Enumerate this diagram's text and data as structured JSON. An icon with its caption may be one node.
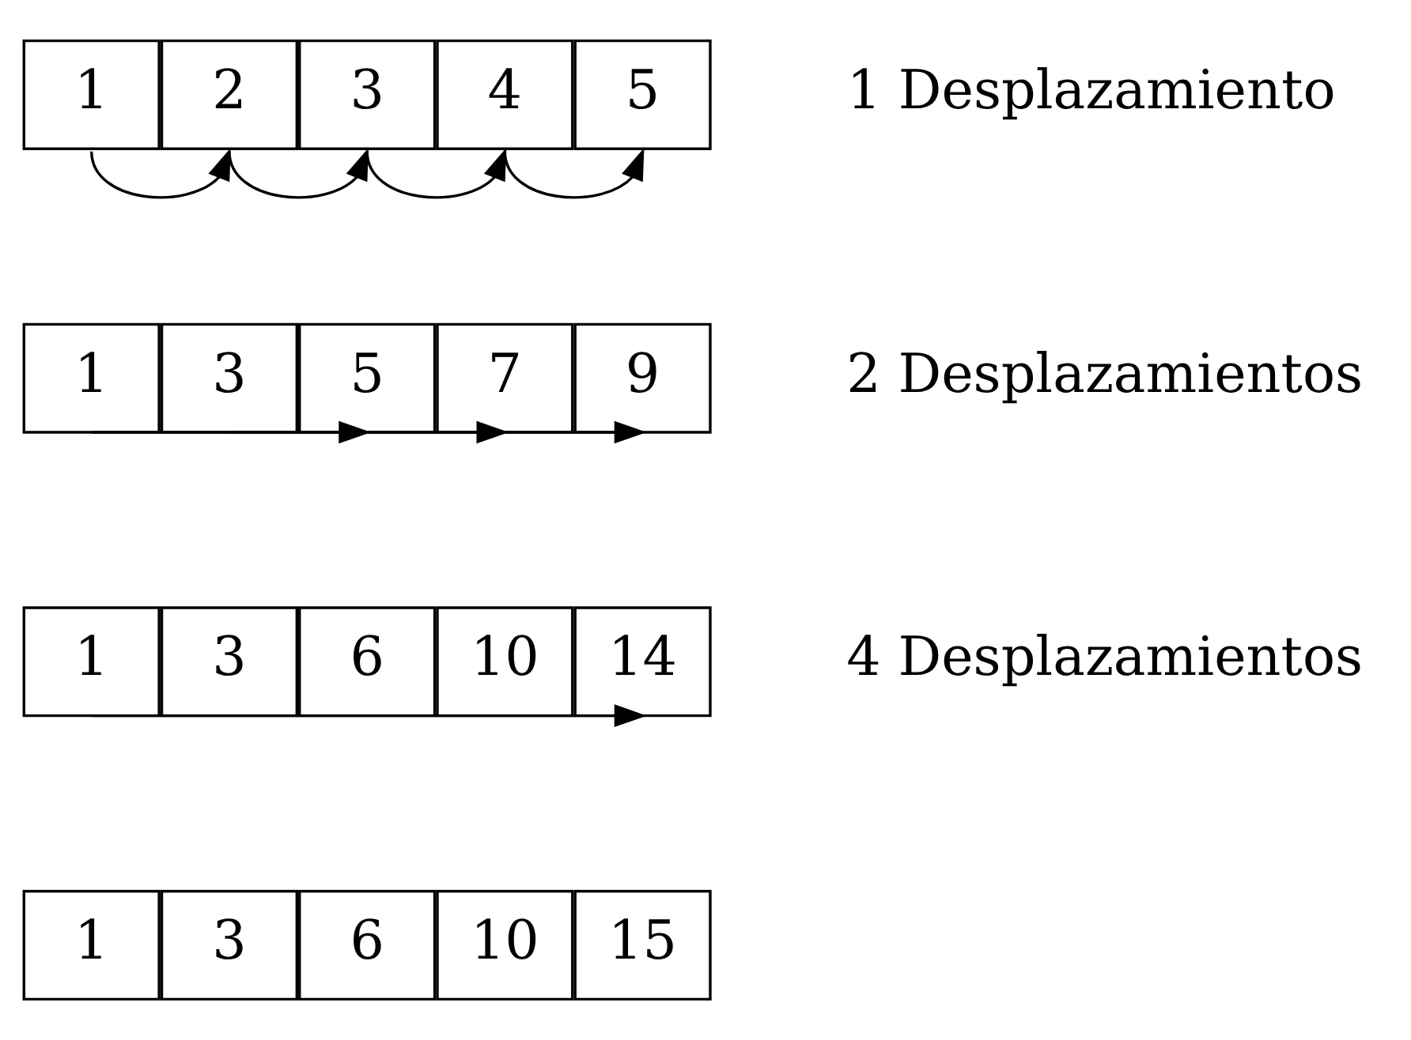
{
  "diagram": {
    "nodes": [
      {
        "text": [
          "1"
        ]
      },
      {
        "text": [
          "2"
        ]
      },
      {
        "text": [
          "3"
        ]
      },
      {
        "text": [
          "4"
        ]
      },
      {
        "text": [
          "5"
        ]
      },
      {
        "text": [
          "1"
        ]
      },
      {
        "text": [
          "3"
        ]
      },
      {
        "text": [
          "5"
        ]
      },
      {
        "text": [
          "7"
        ]
      },
      {
        "text": [
          "9"
        ]
      },
      {
        "text": [
          "1"
        ]
      },
      {
        "text": [
          "3"
        ]
      },
      {
        "text": [
          "6"
        ]
      },
      {
        "text": [
          "10"
        ]
      },
      {
        "text": [
          "14"
        ]
      },
      {
        "text": [
          "1"
        ]
      },
      {
        "text": [
          "3"
        ]
      },
      {
        "text": [
          "6"
        ]
      },
      {
        "text": [
          "10"
        ]
      },
      {
        "text": [
          "15"
        ]
      }
    ],
    "edges": [
      {
        "from": 0,
        "to": 1,
        "arrow": "to"
      },
      {
        "from": 1,
        "to": 2,
        "arrow": "to"
      },
      {
        "from": 2,
        "to": 3,
        "arrow": "to"
      },
      {
        "from": 3,
        "to": 4,
        "arrow": "to"
      },
      {
        "from": 5,
        "to": 7,
        "arrow": "to"
      },
      {
        "from": 6,
        "to": 8,
        "arrow": "to"
      },
      {
        "from": 7,
        "to": 9,
        "arrow": "to"
      },
      {
        "from": 10,
        "to": 14,
        "arrow": "to"
      }
    ],
    "labels": [
      "1 Desplazamiento",
      "2 Desplazamientos",
      "4 Desplazamientos"
    ]
  }
}
